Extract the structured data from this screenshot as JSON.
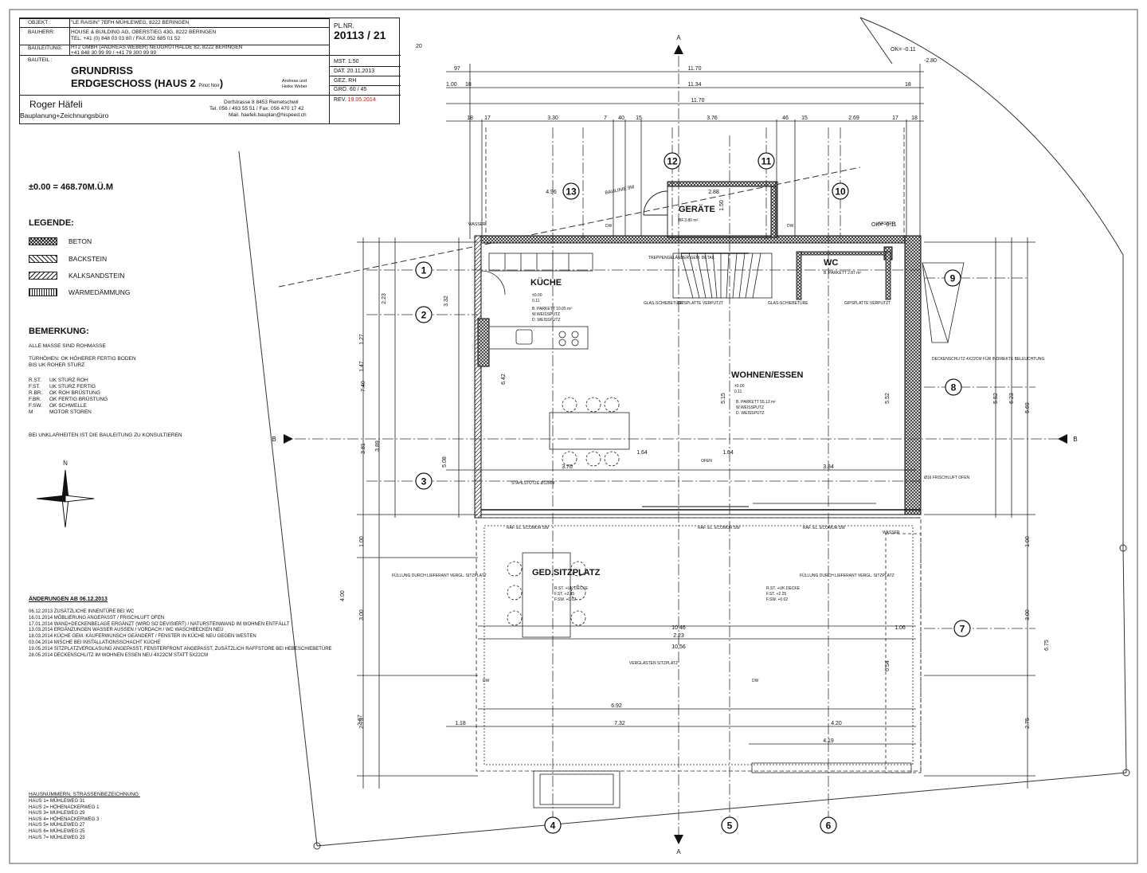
{
  "title_block": {
    "objekt_label": "OBJEKT :",
    "objekt_value": "\"LE RAISIN\"  7EFH  MÜHLEWEG,  8222 BERINGEN",
    "bauherr_label": "BAUHERR:",
    "bauherr_value": "HOUSE & BUILDING AG,  OBERSTIEG 43G,  8222 BERINGEN",
    "bauherr_tel": "TEL. +41 (0) 848 03 03 80 / FAX.052 685 01 52",
    "bauleitung_label": "BAULEITUNG:",
    "bauleitung_value": "HT2 GMBH  (ANDREAS WEBER) NEUGRÜTHALDE 82, 8222 BERINGEN",
    "bauleitung_tel": "+41 848 30 99 99 / +41 79 300 99 99",
    "bauteil_label": "BAUTEIL :",
    "plan_title_1": "GRUNDRISS",
    "plan_title_2": "ERDGESCHOSS (HAUS 2",
    "plan_title_sub": "Pinot Noir",
    "plan_title_close": ")",
    "owners_1": "Andreas und",
    "owners_2": "Heike Weber",
    "office_name": "Roger  Häfeli",
    "office_sub": "Bauplanung+Zeichnungsbüro",
    "office_addr": "Dorfstrasse 8      8453 Remetschwil",
    "office_tel": "Tel. 056 / 493 55 51 / Fax. 056 470 17 42",
    "office_mail": "Mail.  haefeli.bauplan@hispeed.ch",
    "plnr_label": "PL.NR.",
    "plnr_value": "20113 / 21",
    "mst": "MST.  1:50",
    "dat": "DAT.   20.11.2013",
    "gez": "GEZ.  RH",
    "gro": "GRÖ.  60 / 45",
    "rev_label": "REV.",
    "rev_value": "19.05.2014"
  },
  "elevation": "±0.00 = 468.70M.Ü.M",
  "legend": {
    "title": "LEGENDE:",
    "items": [
      "BETON",
      "BACKSTEIN",
      "KALKSANDSTEIN",
      "WÄRMEDÄMMUNG"
    ]
  },
  "remarks": {
    "title": "BEMERKUNG:",
    "line1": "ALLE MASSE SIND ROHMASSE",
    "line2": "TÜRHÖHEN: OK HÖHERER FERTIG BODEN",
    "line3": "BIS UK ROHER STURZ",
    "abbr": [
      [
        "R.ST.",
        "UK STURZ ROH"
      ],
      [
        "F.ST.",
        "UK STURZ FERTIG"
      ],
      [
        "R.BR.",
        "OK ROH BRÜSTUNG"
      ],
      [
        "F.BR.",
        "OK FERTIG BRÜSTUNG"
      ],
      [
        "F.SW.",
        "OK SCHWELLE"
      ],
      [
        "M",
        "MOTOR STOREN"
      ]
    ],
    "closing": "BEI UNKLARHEITEN IST DIE BAULEITUNG ZU KONSULTIEREN"
  },
  "changes": {
    "title": "ÄNDERUNGEN AB 06.12.2013",
    "lines": [
      "06.12.2013 ZUSÄTZLICHE INNENTÜRE BEI WC",
      "16.01.2014 MÖBLIERUNG ANGEPASST / FRISCHLUFT OFEN",
      "17.01.2014 WAND+DECKENBELAGE ERGÄNZT (WIRD SO DEVISIERT) / NATURSTEINWAND IM WOHNEN ENTFÄLLT",
      "13.03.2014 ERGÄNZUNGEN WASSER AUSSEN / VORDACH / WC WASCHBECKEN NEU",
      "18.03.2014 KÜCHE GEM. KÄUFERWUNSCH GEÄNDERT / FENSTER IN KÜCHE NEU GEGEN WESTEN",
      "03.04.2014 MISCHE BEI INSTALLATIONSSCHACHT KÜCHE",
      "19.05.2014 SITZPLATZVERGLASUNG ANGEPASST, FENSTERFRONT ANGEPASST, ZUSÄTZLICH RAFFSTORE BEI HEBESCHIEBETÜRE",
      "28.05.2014 DECKENSCHLITZ IM WOHNEN ESSEN NEU 4X22CM STATT 5X22CM"
    ]
  },
  "house_numbers": {
    "title": "HAUSNUMMERN, STRASSENBEZEICHNUNG:",
    "lines": [
      "HAUS 1= MÜHLEWEG 31",
      "HAUS 2= HÖHENACKERWEG 1",
      "HAUS 3= MÜHLEWEG 29",
      "HAUS 4= HÖHENACKERWEG 3",
      "HAUS 5= MÜHLEWEG 27",
      "HAUS 6= MÜHLEWEG 25",
      "HAUS 7= MÜHLEWEG 23"
    ]
  },
  "rooms": {
    "kueche": "KÜCHE",
    "kueche_floor": "B. PARKETT 10.05 m²",
    "kueche_wall": "W.WEISSPUTZ",
    "kueche_ceil": "D. WEISSPUTZ",
    "geraete": "GERÄTE",
    "geraete_floor": "BF.3.80 m²",
    "wc": "WC",
    "wc_floor": "B. PARKETT 2.87 m²",
    "wohnen": "WOHNEN/ESSEN",
    "wohnen_floor": "B. PARKETT 55.13 m²",
    "wohnen_wall": "W.WEISSPUTZ",
    "wohnen_ceil": "D. WEISSPUTZ",
    "sitzplatz": "GED.SITZPLATZ"
  },
  "axes": {
    "a_label": "A",
    "b_label": "B",
    "circles": [
      "1",
      "2",
      "3",
      "4",
      "5",
      "6",
      "7",
      "8",
      "9",
      "10",
      "11",
      "12",
      "13"
    ]
  },
  "dims_top": {
    "row1": [
      "97",
      "11.70"
    ],
    "row2": [
      "1.00",
      "18",
      "11.34",
      "18"
    ],
    "row3": [
      "11.70"
    ],
    "row4": [
      "18",
      "17",
      "3.30",
      "7",
      "40",
      "15",
      "3.76",
      "46",
      "15",
      "2.69",
      "17",
      "18"
    ]
  },
  "dims_center": [
    "4.96",
    "2.88",
    "1.50",
    "1.64",
    "1.64",
    "3.70",
    "3.84",
    "10.46",
    "2.23",
    "10.56",
    "6.92",
    "7.32",
    "4.20",
    "4.19",
    "1.18",
    "1.06"
  ],
  "dims_left": [
    "7.40",
    "3.81",
    "4.00",
    "3.00",
    "2.75",
    "1.00",
    "2.67",
    "1.27",
    "1.47",
    "2.23",
    "3.89",
    "5.08",
    "3.32",
    "6.42"
  ],
  "dims_right": [
    "5.52",
    "6.23",
    "5.69",
    "3.00",
    "6.75",
    "2.75",
    "1.00",
    "5.52",
    "6.54",
    "5.15"
  ],
  "labels_misc": {
    "ok1": "OK= -0.11",
    "ok2": "-2.80",
    "ok3": "OK= -0.11",
    "wasser": "WASSER",
    "dw": "DW",
    "baulinie": "BAULINIE 9M",
    "stuetze": "STAHLSTÜTZE Ø12MM",
    "ofen": "OFEN",
    "frischluft": "Ø16 FRISCHLUFT OFEN",
    "fuellung": "FÜLLUNG DURCH LIEFERANT VERGL. SITZPLATZ",
    "verglasten": "VERGLASTEN SITZPLATZ",
    "raf": "RAF. EL. ECOMUR SW",
    "deckenschlitz": "DECKENSCHLITZ 4X22CM FÜR INDIREKTE BELEUCHTUNG",
    "glas": "GLAS-SCHIEBETÜRE",
    "gipsplatte": "GIPSPLATTE VERPUTZT",
    "treppe": "TREPPENGELÄNDER GEM. DETAIL",
    "rst": "R.ST. +UK.DECKE",
    "fst": "F.ST. +2.25",
    "fsw": "F.SW. +0.02",
    "level": "±0.00",
    "level2": "0.11",
    "north": "N",
    "twenty": "20"
  },
  "colors": {
    "ink": "#1a1a1a",
    "red": "#c0201c",
    "paper": "#ffffff"
  }
}
